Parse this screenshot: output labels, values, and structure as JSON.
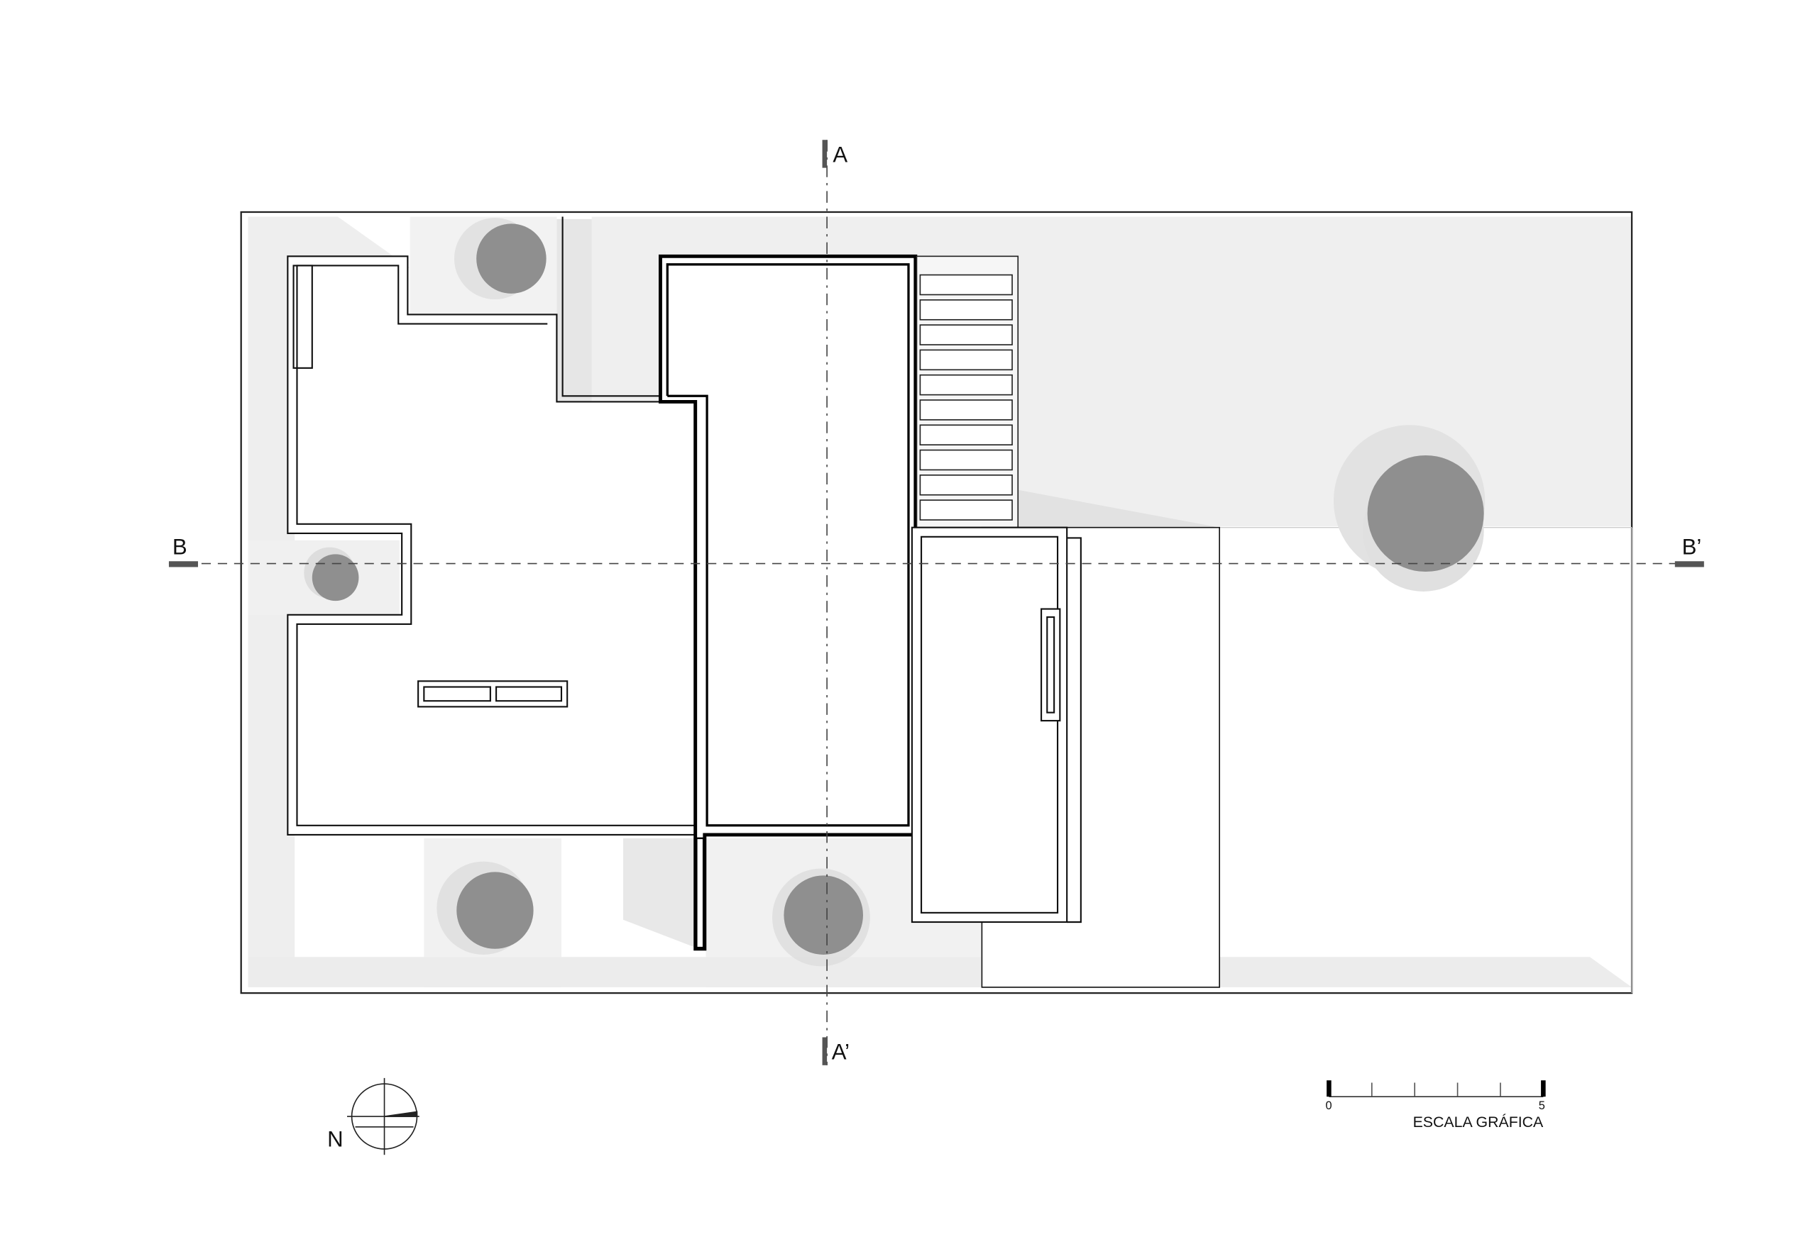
{
  "sections": {
    "a_top": "A",
    "a_bottom": "A’",
    "b_left": "B",
    "b_right": "B’"
  },
  "north_arrow": {
    "label": "N"
  },
  "scale_bar": {
    "start": "0",
    "end": "5",
    "title": "ESCALA GRÁFICA",
    "divisions": 5
  },
  "colors": {
    "line": "#111111",
    "shadow": "#ececec",
    "tree": "#8a8a8a"
  }
}
